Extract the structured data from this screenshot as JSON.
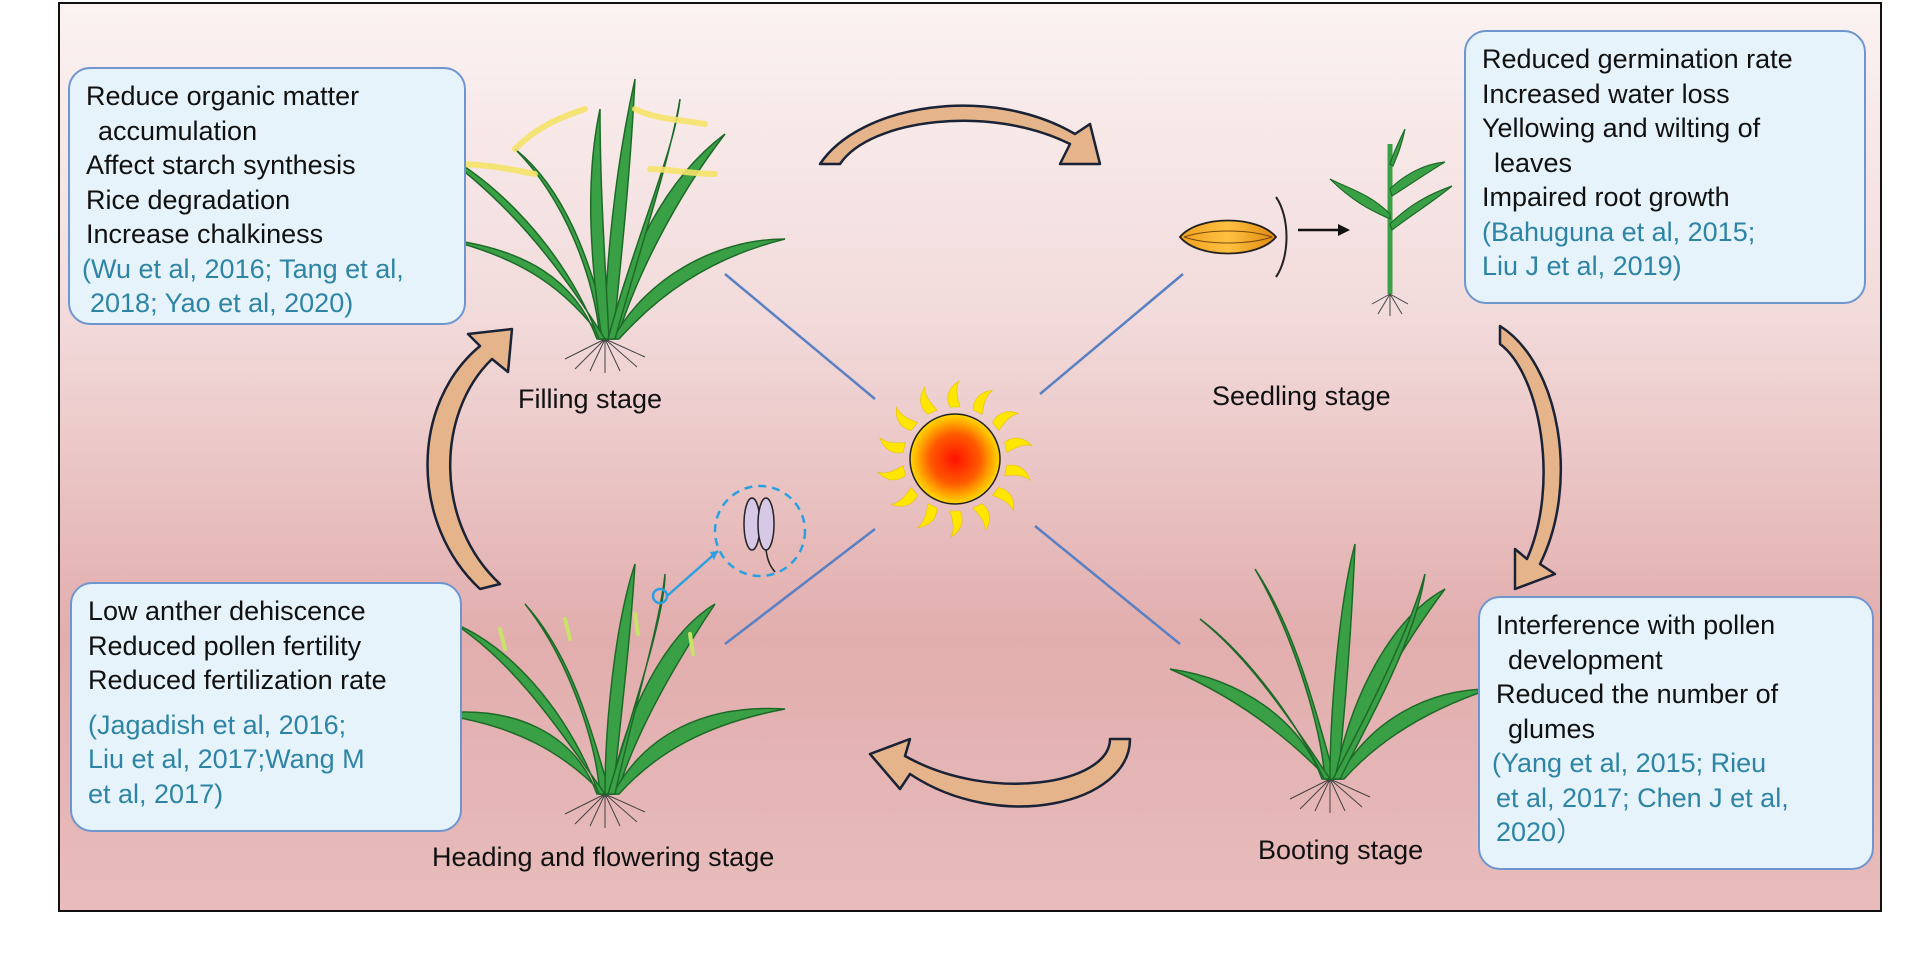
{
  "stages": {
    "filling": "Filling stage",
    "seedling": "Seedling stage",
    "heading": "Heading and flowering stage",
    "booting": "Booting stage"
  },
  "boxes": {
    "filling": {
      "lines": [
        "Reduce organic matter",
        "accumulation",
        "Affect starch synthesis",
        "Rice degradation",
        "Increase chalkiness"
      ],
      "citations": [
        "(Wu et al, 2016; Tang et al,",
        "2018; Yao et al, 2020)"
      ]
    },
    "seedling": {
      "lines": [
        "Reduced germination rate",
        "Increased water loss",
        "Yellowing and wilting of",
        "leaves",
        "Impaired root growth"
      ],
      "citations": [
        "(Bahuguna et al, 2015;",
        "Liu J et al, 2019)"
      ]
    },
    "heading": {
      "lines": [
        "Low anther dehiscence",
        "Reduced pollen fertility",
        "Reduced fertilization rate"
      ],
      "citations": [
        "(Jagadish et al, 2016;",
        "Liu et al, 2017;Wang M",
        "et al, 2017)"
      ]
    },
    "booting": {
      "lines": [
        "Interference with pollen",
        "development",
        "Reduced the number of",
        "glumes"
      ],
      "citations": [
        "(Yang et al, 2015; Rieu",
        "et al, 2017; Chen J et al,",
        "2020）"
      ]
    }
  },
  "colors": {
    "box_fill": "#e6f3fb",
    "box_border": "#6f95cf",
    "citation_text": "#2e84a4",
    "connector_line": "#5a80c4",
    "arrow_fill": "#e6b48a",
    "leaf_green": "#2f9a3e",
    "sun_core": "#ff1a00",
    "sun_rays": "#ffe000"
  },
  "icons": [
    "sun-icon",
    "rice-plant-icon",
    "seed-icon",
    "seedling-icon",
    "pollen-icon",
    "cycle-arrow-icon"
  ]
}
